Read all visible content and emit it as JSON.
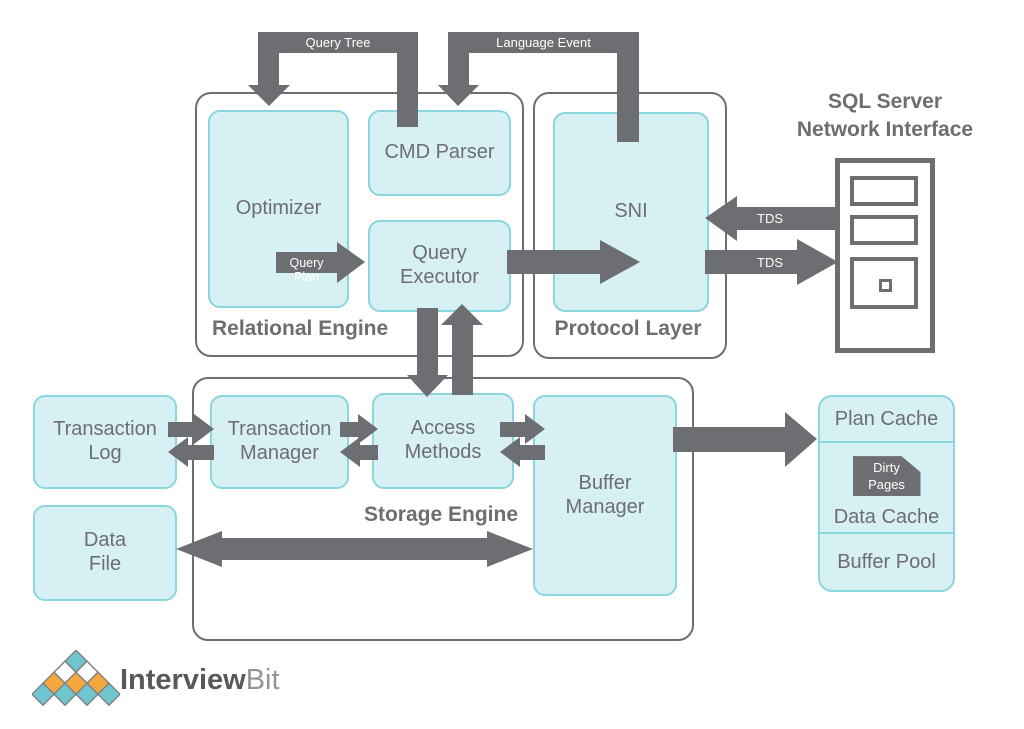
{
  "sections": {
    "relational_engine": "Relational Engine",
    "protocol_layer": "Protocol Layer",
    "storage_engine": "Storage Engine"
  },
  "boxes": {
    "optimizer": "Optimizer",
    "cmd_parser": "CMD Parser",
    "query_executor": "Query\nExecutor",
    "sni": "SNI",
    "transaction_log": "Transaction\nLog",
    "transaction_manager": "Transaction\nManager",
    "access_methods": "Access\nMethods",
    "buffer_manager": "Buffer\nManager",
    "data_file": "Data\nFile"
  },
  "cache_stack": {
    "plan_cache": "Plan Cache",
    "dirty_pages": "Dirty\nPages",
    "data_cache": "Data Cache",
    "buffer_pool": "Buffer Pool"
  },
  "arrow_labels": {
    "query_tree": "Query Tree",
    "language_event": "Language Event",
    "query_plan": "Query Plan",
    "tds_in": "TDS",
    "tds_out": "TDS"
  },
  "server": {
    "title": "SQL Server\nNetwork Interface"
  },
  "logo": {
    "brand_bold": "Interview",
    "brand_light": "Bit"
  },
  "colors": {
    "box_fill": "#D7F0F3",
    "box_border": "#8AD6DE",
    "dark_gray": "#6D6E71",
    "logo_teal": "#6FC6CF",
    "logo_orange": "#F6A83C"
  }
}
